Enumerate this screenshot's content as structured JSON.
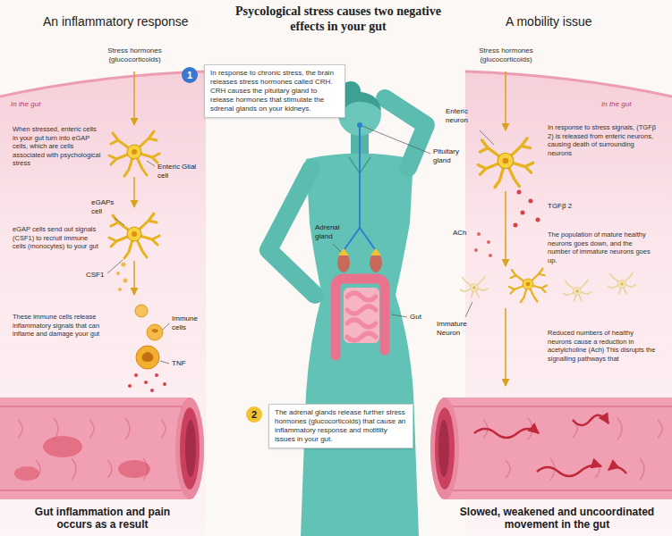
{
  "diagram": {
    "title": "Psycological stress causes two negative effects in your gut",
    "nodes": [
      {
        "text": [
          "In response to chronic stress, the brain releases stress hormones called CRH. CRH causes the pituitary gland to release hormones that stimulate the sdrenal glands on your kidneys."
        ]
      },
      {
        "text": [
          "1"
        ],
        "in": 0
      },
      {
        "text": [
          "The adrenal glands release further stress hormones (glucocorticoids) that cause an inflammatory response and motitlity issues in your gut."
        ]
      },
      {
        "text": [
          "2"
        ],
        "in": 2
      }
    ],
    "labels": [
      "An inflammatory response",
      "A mobility issue",
      "Stress hormones (glucocorticoids)",
      "In the gut",
      "When stressed, enteric cells in your gut turn into eGAP cells, which are cells associated with psychological stress",
      "Enteric Glial cell",
      "eGAPs cell",
      "eGAP cells send out signals (CSF1) to recruit immune cells (monocytes) to your gut",
      "CSF1",
      "These immune cells release inflammatory signals that can inflame and damage your gut",
      "Immune cells",
      "TNF",
      "Gut inflammation and pain occurs as a result",
      "Pituitary gland",
      "Adrenal gland",
      "Gut",
      "Stress hormones (glucocorticoids)",
      "In the gut",
      "Enteric neuron",
      "In response to stress signals, (TGFβ 2) is released from enteric neurons, causing death of surrounding neurons",
      "TGFβ 2",
      "ACh",
      "The population of mature healthy neurons goes down, and the number of immature neurons goes up.",
      "Immature Neuron",
      "Reduced numbers of healthy neurons cause a reduction in acetylcholine (Ach) This disrupts the signalling pathways that",
      "Slowed, weakened and uncoordinated movement in the gut"
    ]
  }
}
